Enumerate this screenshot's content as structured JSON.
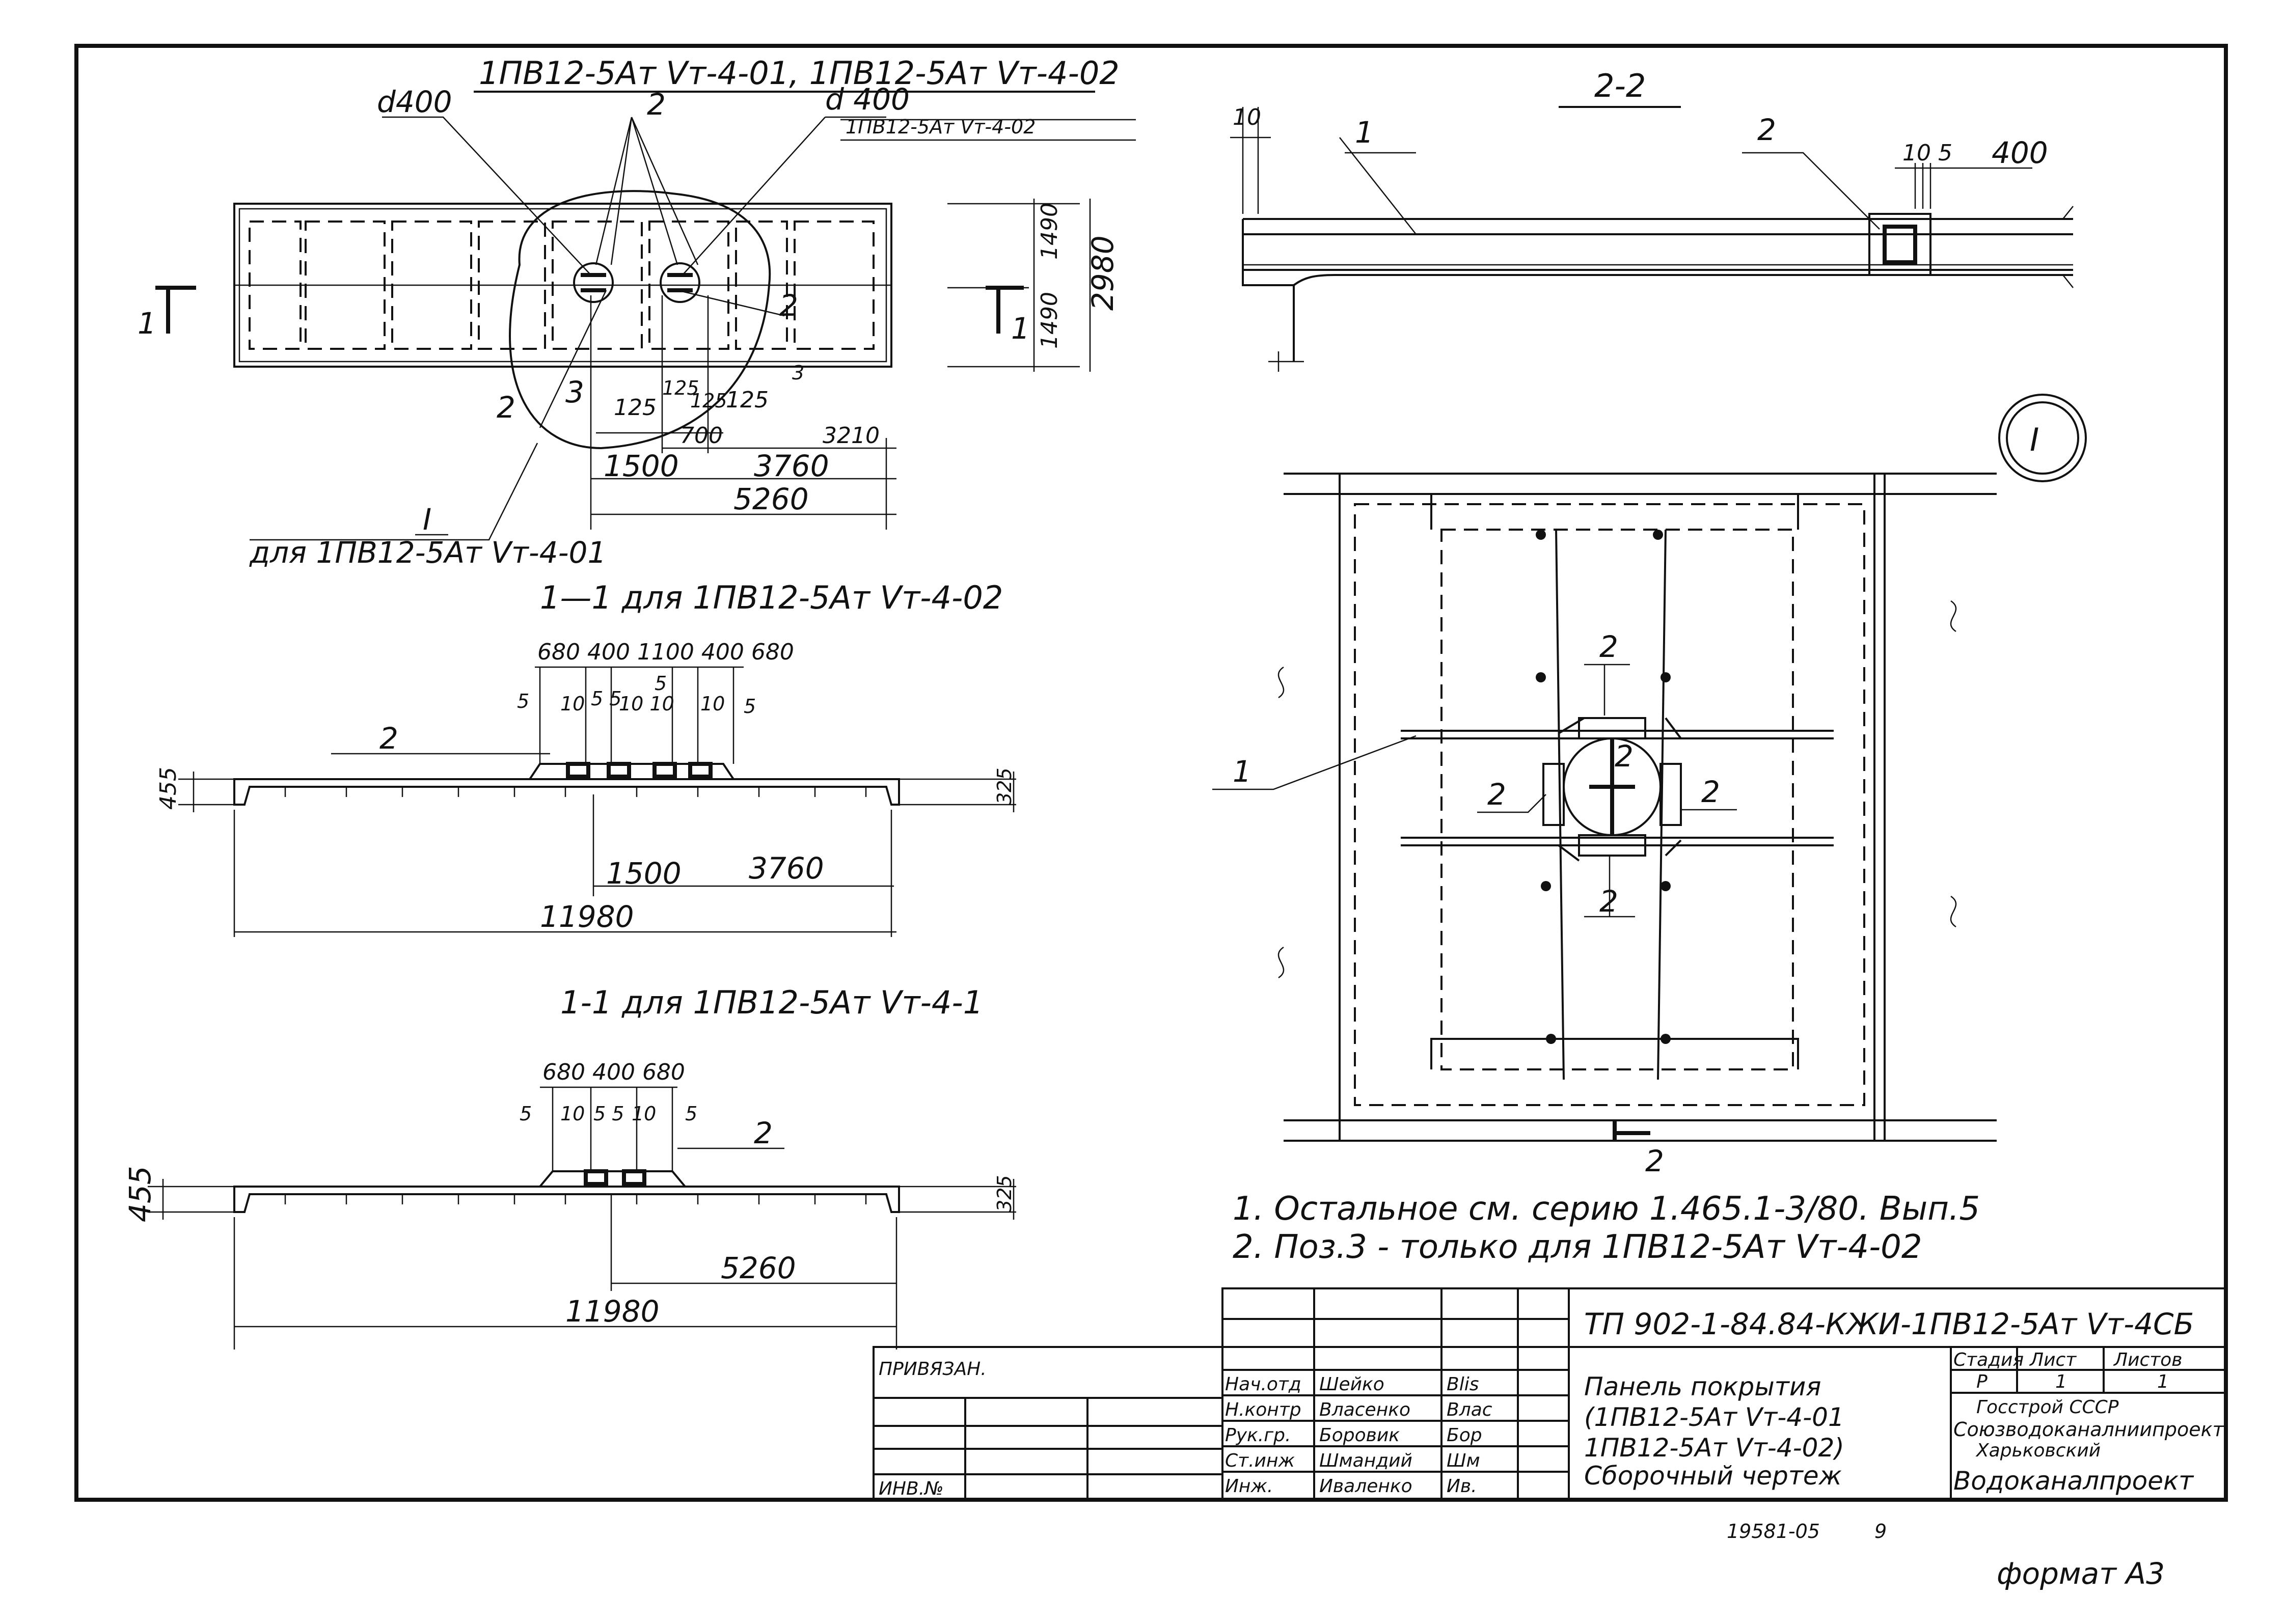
{
  "plan": {
    "title": "1ПВ12-5Ат Vт-4-01, 1ПВ12-5Ат Vт-4-02",
    "d_left": "d400",
    "d_right": "d 400",
    "d_right_sub": "1ПВ12-5Ат Vт-4-02",
    "pos2": "2",
    "pos3": "3",
    "sec_mark": "1",
    "detail_mark": "I",
    "detail_for": "для 1ПВ12-5Ат Vт-4-01",
    "dims": {
      "d1490a": "1490",
      "d1490b": "1490",
      "d2980": "2980",
      "d125a": "125",
      "d125b": "125",
      "d125c": "125",
      "d125d": "125",
      "d700": "700",
      "d3210": "3210",
      "d1500": "1500",
      "d3760": "3760",
      "d5260": "5260"
    }
  },
  "sec22": {
    "title": "2-2",
    "pos1": "1",
    "pos2": "2",
    "d10": "10",
    "d105": "10 5",
    "d400": "400"
  },
  "detail": {
    "mark": "I",
    "pos1": "1",
    "pos2": "2",
    "sec": "2"
  },
  "sec11a": {
    "title": "1—1 для 1ПВ12-5Ат Vт-4-02",
    "pos2": "2",
    "top_dims": "680 400 1100 400 680",
    "d5": "5",
    "d10": "10",
    "d55": "5 5",
    "d1010": "10 10",
    "h455": "455",
    "h325": "325",
    "d1500": "1500",
    "d3760": "3760",
    "d11980": "11980"
  },
  "sec11b": {
    "title": "1-1 для 1ПВ12-5Ат Vт-4-1",
    "pos2": "2",
    "top_dims": "680 400 680",
    "d5": "5",
    "d10": "10",
    "d55": "5 5",
    "h455": "455",
    "h325": "325",
    "d5260": "5260",
    "d11980": "11980"
  },
  "notes": [
    "1. Остальное см. серию 1.465.1-3/80. Вып.5",
    "2. Поз.3 - только для 1ПВ12-5Ат Vт-4-02"
  ],
  "title_block": {
    "code": "ТП 902-1-84.84-КЖИ-1ПВ12-5Ат Vт-4СБ",
    "privyazan": "ПРИВЯЗАН.",
    "inv": "ИНВ.№",
    "roles": [
      "Нач.отд",
      "Н.контр",
      "Рук.гр.",
      "Ст.инж",
      "Инж."
    ],
    "names": [
      "Шейко",
      "Власенко",
      "Боровик",
      "Шмандий",
      "Иваленко"
    ],
    "sigs": [
      "Blis",
      "Влас",
      "Бор",
      "Шм",
      "Ив."
    ],
    "name_line1": "Панель покрытия",
    "name_line2": "(1ПВ12-5Ат Vт-4-01",
    "name_line3": "1ПВ12-5Ат Vт-4-02)",
    "name_line4": "Сборочный чертеж",
    "h_stage": "Стадия",
    "h_sheet": "Лист",
    "h_sheets": "Листов",
    "v_stage": "Р",
    "v_sheet": "1",
    "v_sheets": "1",
    "org1": "Госстрой СССР",
    "org2": "Союзводоканалниипроект",
    "org3": "Харьковский",
    "org4": "Водоканалпроект"
  },
  "footer": {
    "number": "19581-05",
    "page": "9",
    "format": "формат А3"
  }
}
